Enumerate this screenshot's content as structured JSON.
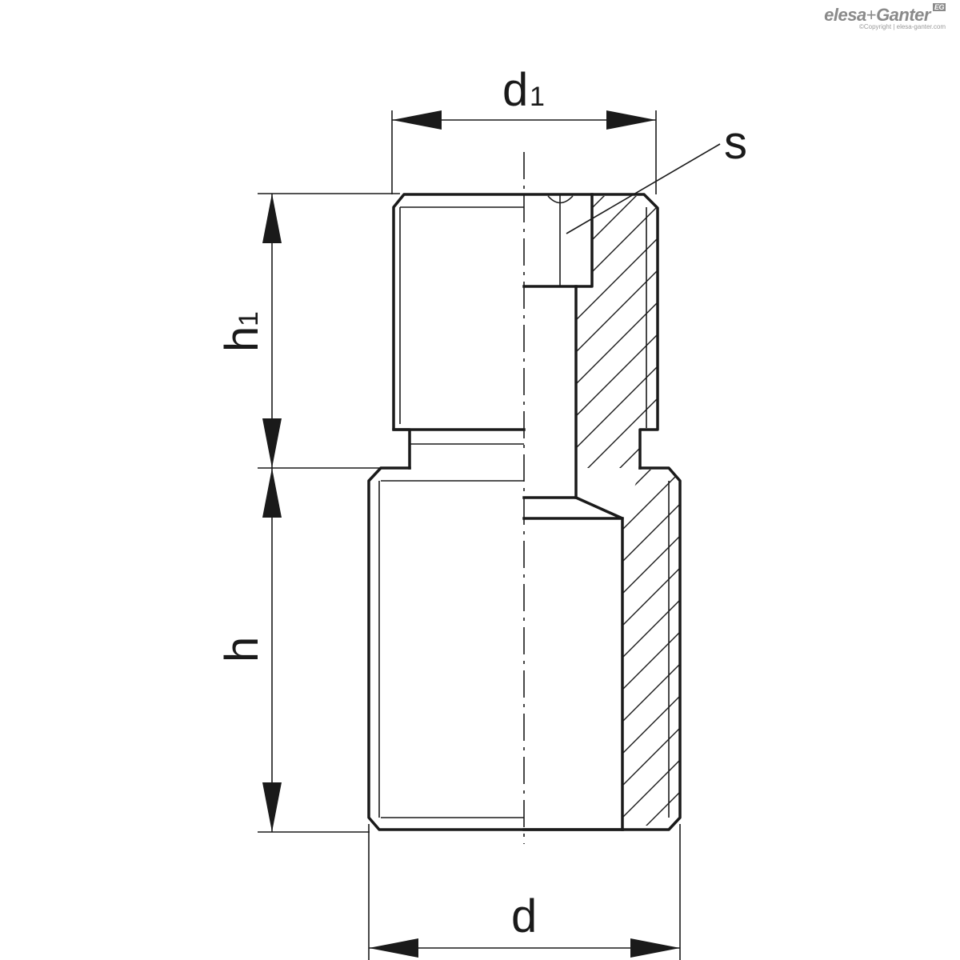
{
  "logo": {
    "brand_a": "elesa",
    "plus": "+",
    "brand_b": "Ganter",
    "badge": "EG",
    "copyright": "©Copyright | elesa-ganter.com"
  },
  "dimensions": {
    "d1": {
      "main": "d",
      "sub": "1"
    },
    "s": {
      "main": "s"
    },
    "h1": {
      "main": "h",
      "sub": "1"
    },
    "h": {
      "main": "h"
    },
    "d": {
      "main": "d"
    }
  }
}
